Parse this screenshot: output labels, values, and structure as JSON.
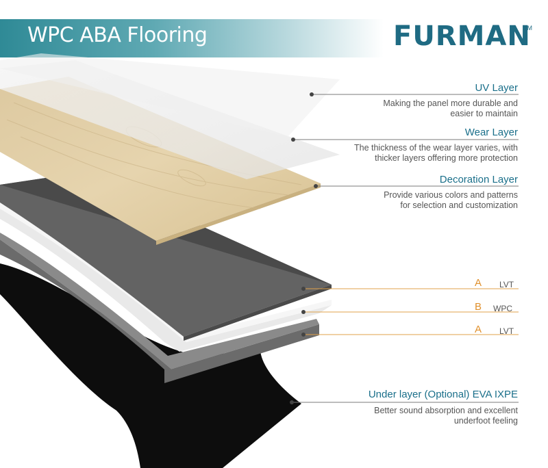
{
  "header": {
    "title": "WPC ABA Flooring"
  },
  "brand": {
    "name": "FURMAN",
    "tm": "TM",
    "color": "#1f6b83"
  },
  "colors": {
    "accent": "#1a6f8a",
    "code": "#e0902c",
    "text": "#555555"
  },
  "layers": [
    {
      "title": "UV Layer",
      "desc_1": "Making the panel more durable and",
      "desc_2": "easier to maintain"
    },
    {
      "title": "Wear Layer",
      "desc_1": "The thickness of the wear layer varies, with",
      "desc_2": "thicker layers offering more protection"
    },
    {
      "title": "Decoration Layer",
      "desc_1": "Provide various colors and patterns",
      "desc_2": "for selection and customization"
    },
    {
      "title": "Under layer (Optional) EVA IXPE",
      "desc_1": "Better sound absorption and excellent",
      "desc_2": "underfoot feeling"
    }
  ],
  "core": [
    {
      "letter": "A",
      "name": "LVT"
    },
    {
      "letter": "B",
      "name": "WPC"
    },
    {
      "letter": "A",
      "name": "LVT"
    }
  ]
}
